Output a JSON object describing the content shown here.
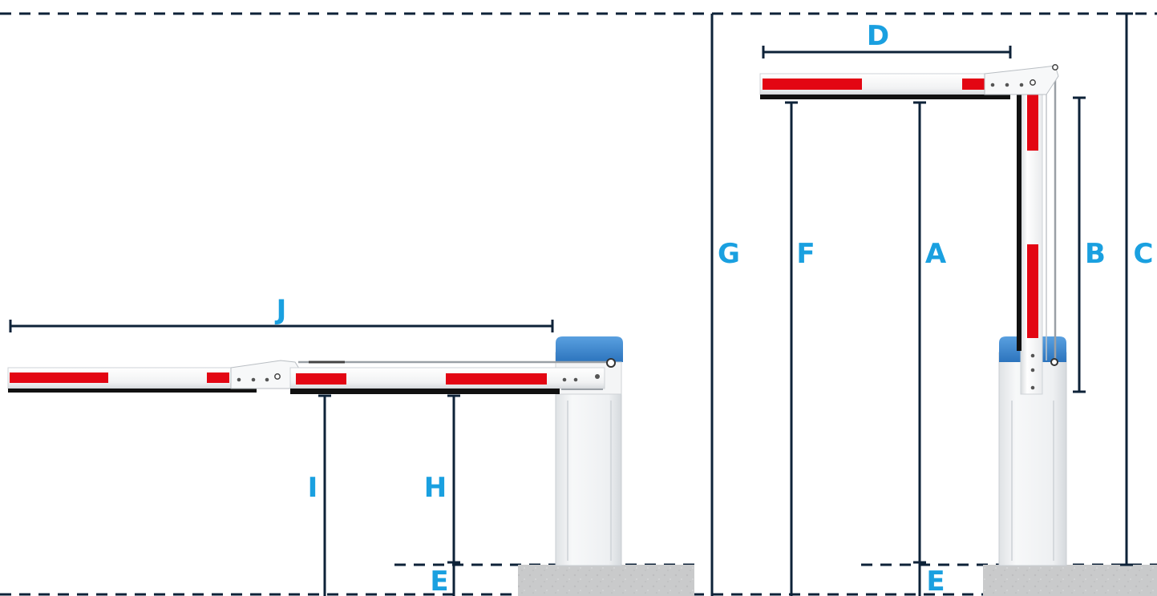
{
  "colors": {
    "dimension_line": "#0d2238",
    "label": "#1aa0e0",
    "red_stripe": "#e30613",
    "boom_white": "#f4f5f6",
    "housing_blue": "#3a86cf",
    "post_white": "#eef0f2",
    "concrete": "#c9cacb"
  },
  "labels": {
    "A": "A",
    "B": "B",
    "C": "C",
    "D": "D",
    "E_left": "E",
    "E_right": "E",
    "F": "F",
    "G": "G",
    "H": "H",
    "I": "I",
    "J": "J"
  },
  "icons": {
    "left_barrier": "folding-boom-barrier-lowered",
    "right_barrier": "folding-boom-barrier-raised"
  }
}
